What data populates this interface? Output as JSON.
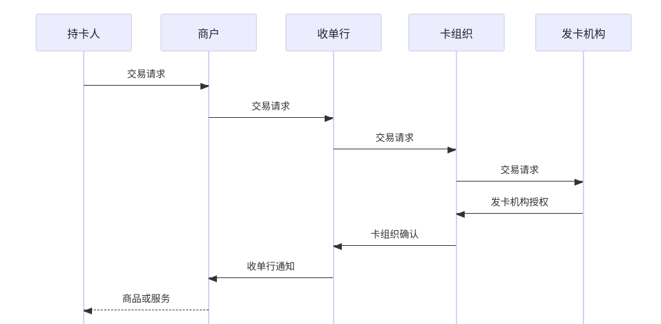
{
  "diagram": {
    "type": "sequence-diagram",
    "actors": [
      {
        "id": "cardholder",
        "label": "持卡人"
      },
      {
        "id": "merchant",
        "label": "商户"
      },
      {
        "id": "acquirer",
        "label": "收单行"
      },
      {
        "id": "card-network",
        "label": "卡组织"
      },
      {
        "id": "issuer",
        "label": "发卡机构"
      }
    ],
    "messages": [
      {
        "from": "持卡人",
        "to": "商户",
        "label": "交易请求",
        "line": "solid",
        "direction": "right"
      },
      {
        "from": "商户",
        "to": "收单行",
        "label": "交易请求",
        "line": "solid",
        "direction": "right"
      },
      {
        "from": "收单行",
        "to": "卡组织",
        "label": "交易请求",
        "line": "solid",
        "direction": "right"
      },
      {
        "from": "卡组织",
        "to": "发卡机构",
        "label": "交易请求",
        "line": "solid",
        "direction": "right"
      },
      {
        "from": "发卡机构",
        "to": "卡组织",
        "label": "发卡机构授权",
        "line": "solid",
        "direction": "left"
      },
      {
        "from": "卡组织",
        "to": "收单行",
        "label": "卡组织确认",
        "line": "solid",
        "direction": "left"
      },
      {
        "from": "收单行",
        "to": "商户",
        "label": "收单行通知",
        "line": "solid",
        "direction": "left"
      },
      {
        "from": "商户",
        "to": "持卡人",
        "label": "商品或服务",
        "line": "dashed",
        "direction": "left"
      }
    ],
    "colors": {
      "actor_fill": "#ECECFF",
      "actor_border": "#CCCCE3",
      "lifeline": "#D5D3F0",
      "arrow": "#333333",
      "text": "#333333",
      "background": "#FFFFFF"
    }
  }
}
